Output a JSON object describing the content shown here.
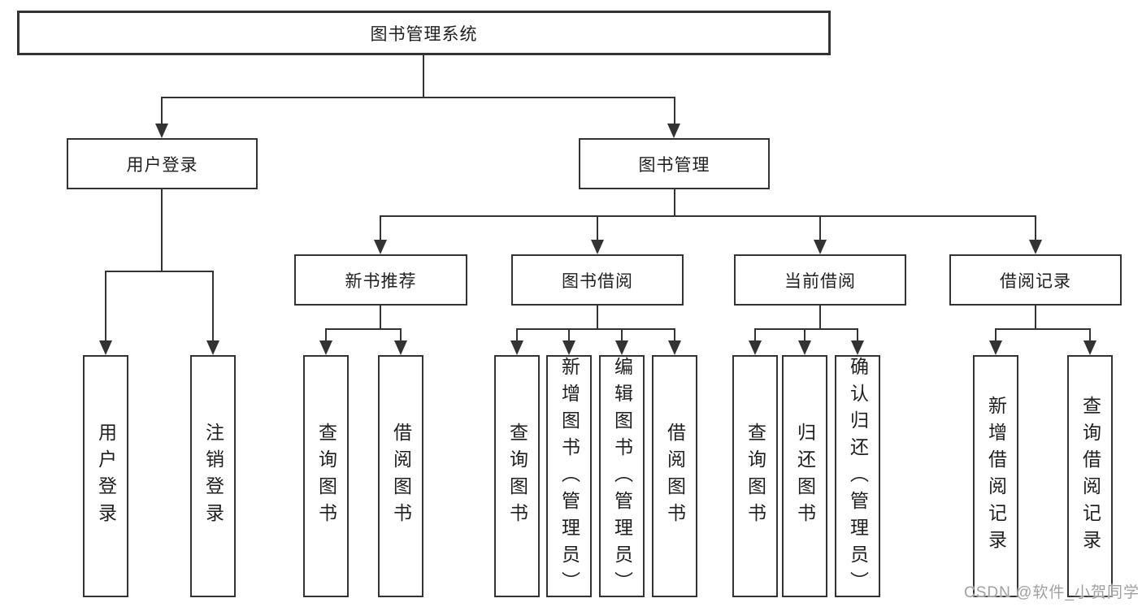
{
  "tree": {
    "root": {
      "label": "图书管理系统",
      "children": [
        {
          "label": "用户登录",
          "children": [
            {
              "label": "用户登录"
            },
            {
              "label": "注销登录"
            }
          ]
        },
        {
          "label": "图书管理",
          "children": [
            {
              "label": "新书推荐",
              "children": [
                {
                  "label": "查询图书"
                },
                {
                  "label": "借阅图书"
                }
              ]
            },
            {
              "label": "图书借阅",
              "children": [
                {
                  "label": "查询图书"
                },
                {
                  "label": "新增图书（管理员）"
                },
                {
                  "label": "编辑图书（管理员）"
                },
                {
                  "label": "借阅图书"
                }
              ]
            },
            {
              "label": "当前借阅",
              "children": [
                {
                  "label": "查询图书"
                },
                {
                  "label": "归还图书"
                },
                {
                  "label": "确认归还（管理员）"
                }
              ]
            },
            {
              "label": "借阅记录",
              "children": [
                {
                  "label": "新增借阅记录"
                },
                {
                  "label": "查询借阅记录"
                }
              ]
            }
          ]
        }
      ]
    }
  },
  "watermark": {
    "text": "CSDN @软件_小贺同学"
  },
  "colors": {
    "line": "#333333",
    "box_border": "#333333",
    "box_fill": "#ffffff",
    "text": "#1f1f1f",
    "watermark": "#a0a0a0",
    "background": "#ffffff"
  }
}
